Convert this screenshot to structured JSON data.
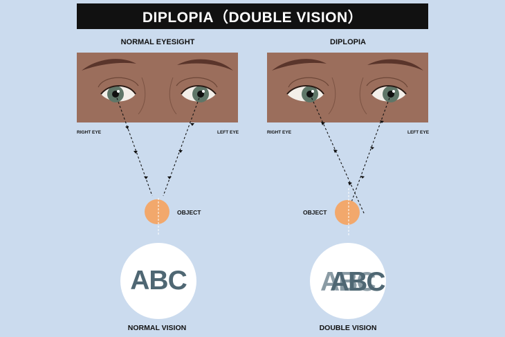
{
  "title": "DIPLOPIA（DOUBLE VISION）",
  "left_panel": {
    "title": "NORMAL EYESIGHT",
    "right_eye_label": "RIGHT EYE",
    "left_eye_label": "LEFT EYE",
    "object_label": "OBJECT",
    "vision_text": "ABC",
    "vision_label": "NORMAL VISION"
  },
  "right_panel": {
    "title": "DIPLOPIA",
    "right_eye_label": "RIGHT EYE",
    "left_eye_label": "LEFT EYE",
    "object_label": "OBJECT",
    "vision_text": "ABC",
    "vision_label": "DOUBLE VISION"
  },
  "colors": {
    "background": "#cbdbee",
    "skin": "#9b6e5c",
    "brow": "#5a352b",
    "iris": "#5f7668",
    "object": "#f2a86c",
    "text_dark": "#4f6773"
  }
}
